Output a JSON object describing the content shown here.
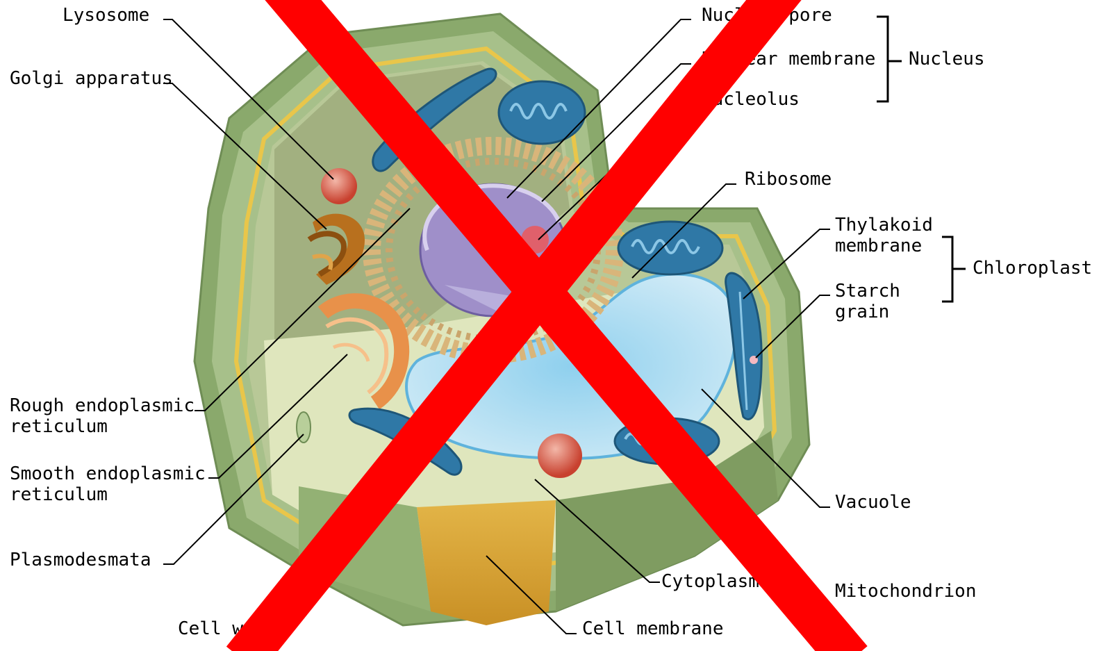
{
  "labels": {
    "lysosome": "Lysosome",
    "golgi": "Golgi apparatus",
    "rough_er_1": "Rough endoplasmic",
    "rough_er_2": "reticulum",
    "smooth_er_1": "Smooth endoplasmic",
    "smooth_er_2": "reticulum",
    "plasmodesmata": "Plasmodesmata",
    "cell_wall": "Cell wall",
    "cell_membrane": "Cell membrane",
    "cytoplasm": "Cytoplasm",
    "mitochondrion": "Mitochondrion",
    "vacuole": "Vacuole",
    "nuclear_pore": "Nuclear pore",
    "nuclear_membrane": "Nuclear membrane",
    "nucleolus": "Nucleolus",
    "nucleus": "Nucleus",
    "ribosome": "Ribosome",
    "thylakoid_1": "Thylakoid",
    "thylakoid_2": "membrane",
    "starch_1": "Starch",
    "starch_2": "grain",
    "chloroplast": "Chloroplast"
  },
  "colors": {
    "cell_wall": "#8fae72",
    "cytoplasm": "#c9d6a4",
    "membrane": "#e9c64a",
    "vacuole": "#bfe3f3",
    "nucleus": "#9f8fc9",
    "golgi": "#e08a3c",
    "chloroplast": "#2f78a6",
    "lysosome": "#d9503f",
    "cross": "#ff0000"
  }
}
